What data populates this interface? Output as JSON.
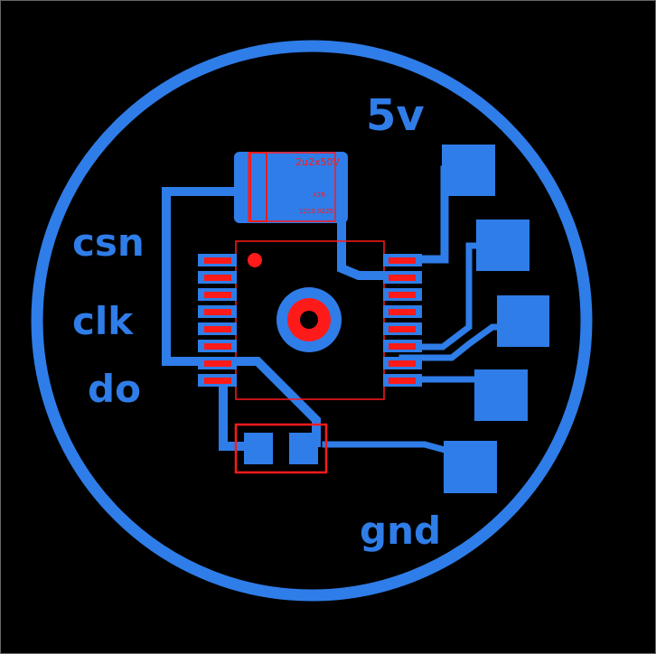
{
  "labels": {
    "five_volt": "5v",
    "csn": "csn",
    "clk": "clk",
    "data_out": "do",
    "ground": "gnd"
  },
  "capacitor": {
    "value_text": "2u2x50V",
    "dielectric_text": "X7R",
    "package_text": "1210 0225"
  },
  "colors": {
    "background": "#000000",
    "copper": "#2f7de8",
    "silkscreen": "#ff1a1a",
    "pad": "#ff1a1a"
  }
}
